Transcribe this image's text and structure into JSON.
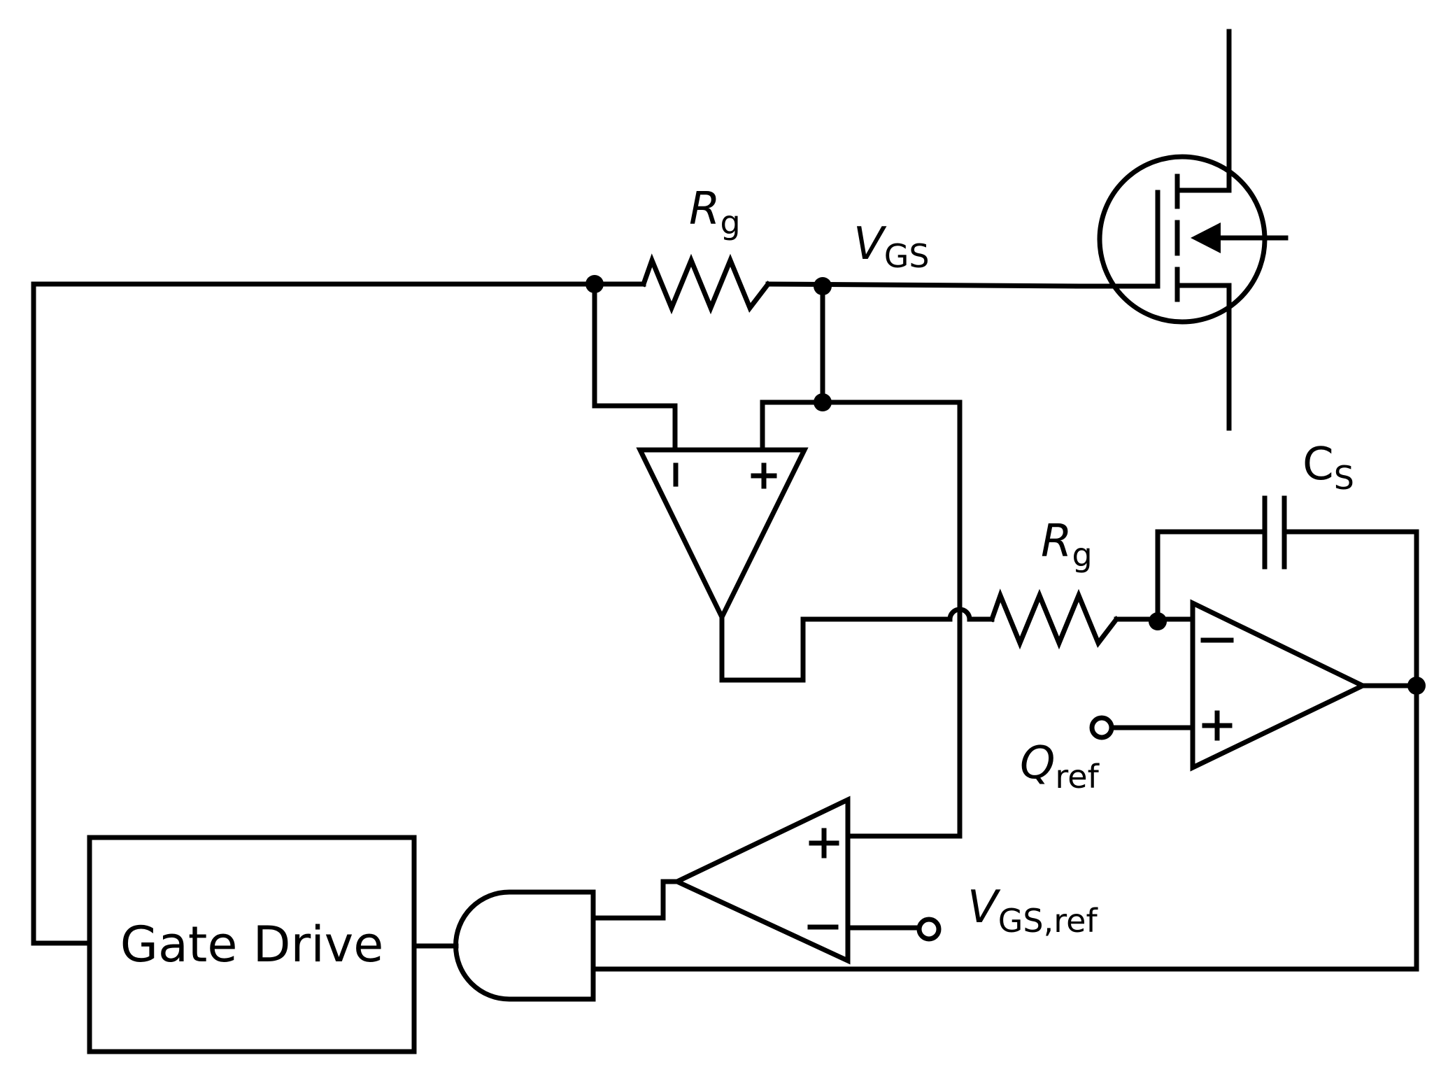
{
  "labels": {
    "rg_top": {
      "main": "R",
      "sub": "g"
    },
    "vgs": {
      "main": "V",
      "sub": "GS"
    },
    "rg_mid": {
      "main": "R",
      "sub": "g"
    },
    "cs": {
      "main": "C",
      "sub": "S"
    },
    "qref": {
      "main": "Q",
      "sub": "ref"
    },
    "vgs_ref": {
      "main": "V",
      "sub": "GS,ref"
    }
  },
  "blocks": {
    "gate_drive": "Gate Drive"
  },
  "signs": {
    "plus": "+",
    "minus": "−"
  }
}
